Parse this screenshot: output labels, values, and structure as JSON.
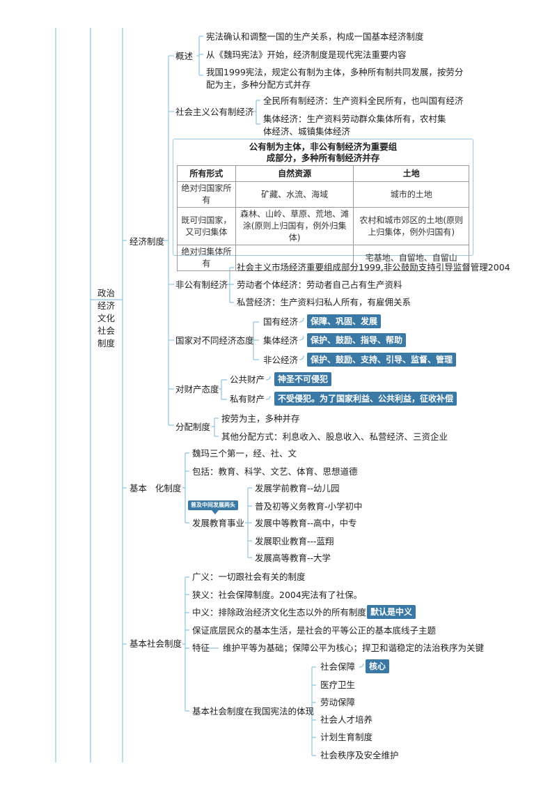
{
  "root": {
    "label": "政治\n经济\n文化\n社会\n制度"
  },
  "econ": {
    "label": "经济制度",
    "overview": {
      "label": "概述",
      "items": [
        "宪法确认和调整一国的生产关系，构成一国基本经济制度",
        "从《魏玛宪法》开始，经济制度是现代宪法重要内容",
        "我国1999宪法，规定公有制为主体，多种所有制共同发展，按劳分配为主，多种分配方式并存"
      ]
    },
    "public": {
      "label": "社会主义公有制经济",
      "items": [
        "全民所有制经济：生产资料全民所有，也叫国有经济",
        "集体经济：生产资料劳动群众集体所有，农村集体经济、城镇集体经济"
      ]
    },
    "table": {
      "title": "公有制为主体，非公有制经济为重要组成部分，多种所有制经济并存",
      "headers": [
        "所有形式",
        "自然资源",
        "土地"
      ],
      "rows": [
        [
          "绝对归国家所有",
          "矿藏、水流、海域",
          "城市的土地"
        ],
        [
          "既可归国家，又可归集体",
          "森林、山岭、草原、荒地、滩涂(原则上归国有，例外归集体)",
          "农村和城市郊区的土地(原则上归集体，例外归国有)"
        ],
        [
          "绝对归集体所有",
          "",
          "宅基地、自留地、自留山"
        ]
      ]
    },
    "nonpublic": {
      "label": "非公有制经济",
      "items": [
        "社会主义市场经济重要组成部分1999,非公鼓励支持引导监督管理2004",
        "劳动者个体经济：劳动者自己占有生产资料",
        "私营经济：生产资料归私人所有，有雇佣关系"
      ]
    },
    "attitude": {
      "label": "国家对不同经济态度",
      "items": [
        {
          "label": "国有经济",
          "tag": "保障、巩固、发展"
        },
        {
          "label": "集体经济",
          "tag": "保护、鼓励、指导、帮助"
        },
        {
          "label": "非公经济",
          "tag": "保护、鼓励、支持、引导、监督、管理"
        }
      ]
    },
    "property": {
      "label": "对财产态度",
      "items": [
        {
          "label": "公共财产",
          "tag": "神圣不可侵犯"
        },
        {
          "label": "私有财产",
          "tag": "不受侵犯。为了国家利益、公共利益，征收补偿"
        }
      ]
    },
    "distribution": {
      "label": "分配制度",
      "items": [
        "按劳为主，多种并存",
        "其他分配方式：利息收入、股息收入、私营经济、三资企业"
      ]
    }
  },
  "culture": {
    "label": "基本   化制度",
    "items": [
      "魏玛三个第一，经、社、文",
      "包括：教育、科学、文艺、体育、思想道德"
    ],
    "edu": {
      "label": "发展教育事业",
      "callout": "普及中间发展两头",
      "items": [
        "发展学前教育--幼儿园",
        "普及初等义务教育-小学初中",
        "发展中等教育--高中，中专",
        "发展职业教育---蓝翔",
        "发展高等教育--大学"
      ]
    }
  },
  "social": {
    "label": "基本社会制度",
    "items": [
      "广义：一切跟社会有关的制度",
      "狭义：社会保障制度。2004宪法有了社保。",
      "中义：排除政治经济文化生态以外的所有制度",
      "保证底层民众的基本生活，是社会的平等公正的基本底线子主题"
    ],
    "middle_tag": "默认是中义",
    "feature": {
      "label": "特征",
      "text": "维护平等为基础；保障公平为核心；捍卫和谐稳定的法治秩序为关键"
    },
    "embody": {
      "label": "基本社会制度在我国宪法的体现",
      "core_tag": "核心",
      "items": [
        "社会保障",
        "医疗卫生",
        "劳动保障",
        "社会人才培养",
        "计划生育制度",
        "社会秩序及安全维护"
      ]
    }
  }
}
